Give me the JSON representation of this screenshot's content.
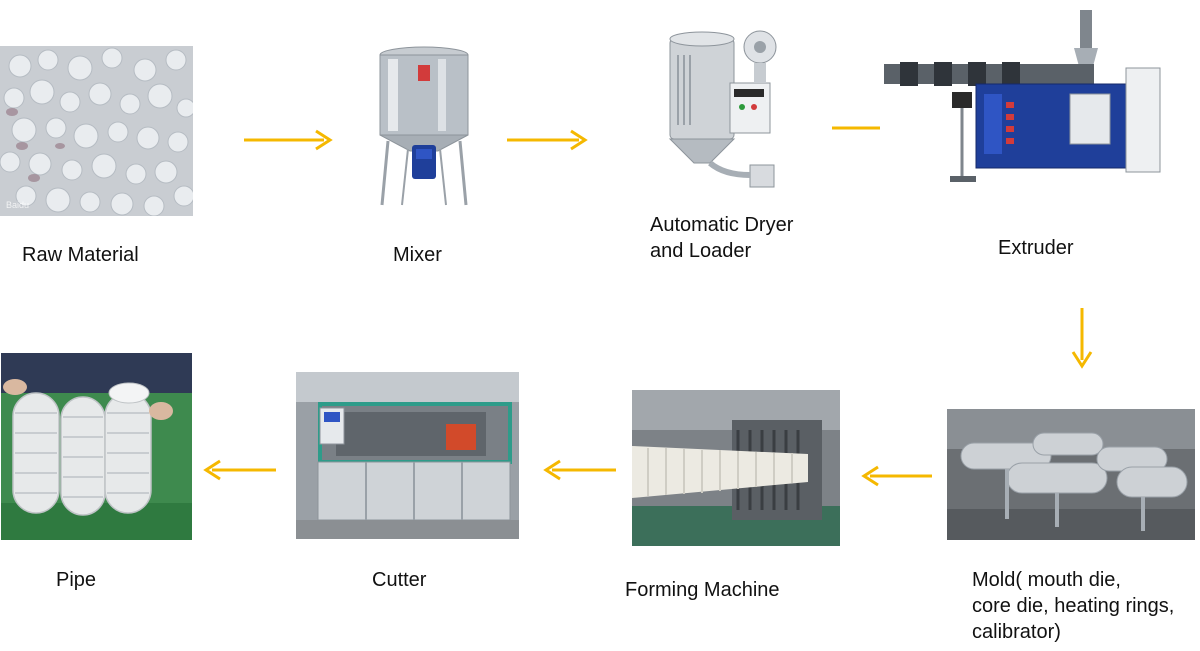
{
  "accent": "#f5b800",
  "steps": [
    {
      "id": "raw",
      "label": "Raw  Material",
      "watermark": "Baidu"
    },
    {
      "id": "mixer",
      "label": "Mixer"
    },
    {
      "id": "dryer",
      "label": "Automatic Dryer\nand Loader"
    },
    {
      "id": "extruder",
      "label": "Extruder"
    },
    {
      "id": "mold",
      "label": "Mold( mouth die,\ncore die, heating rings,\ncalibrator)"
    },
    {
      "id": "forming",
      "label": "Forming Machine"
    },
    {
      "id": "cutter",
      "label": "Cutter"
    },
    {
      "id": "pipe",
      "label": "Pipe"
    }
  ]
}
